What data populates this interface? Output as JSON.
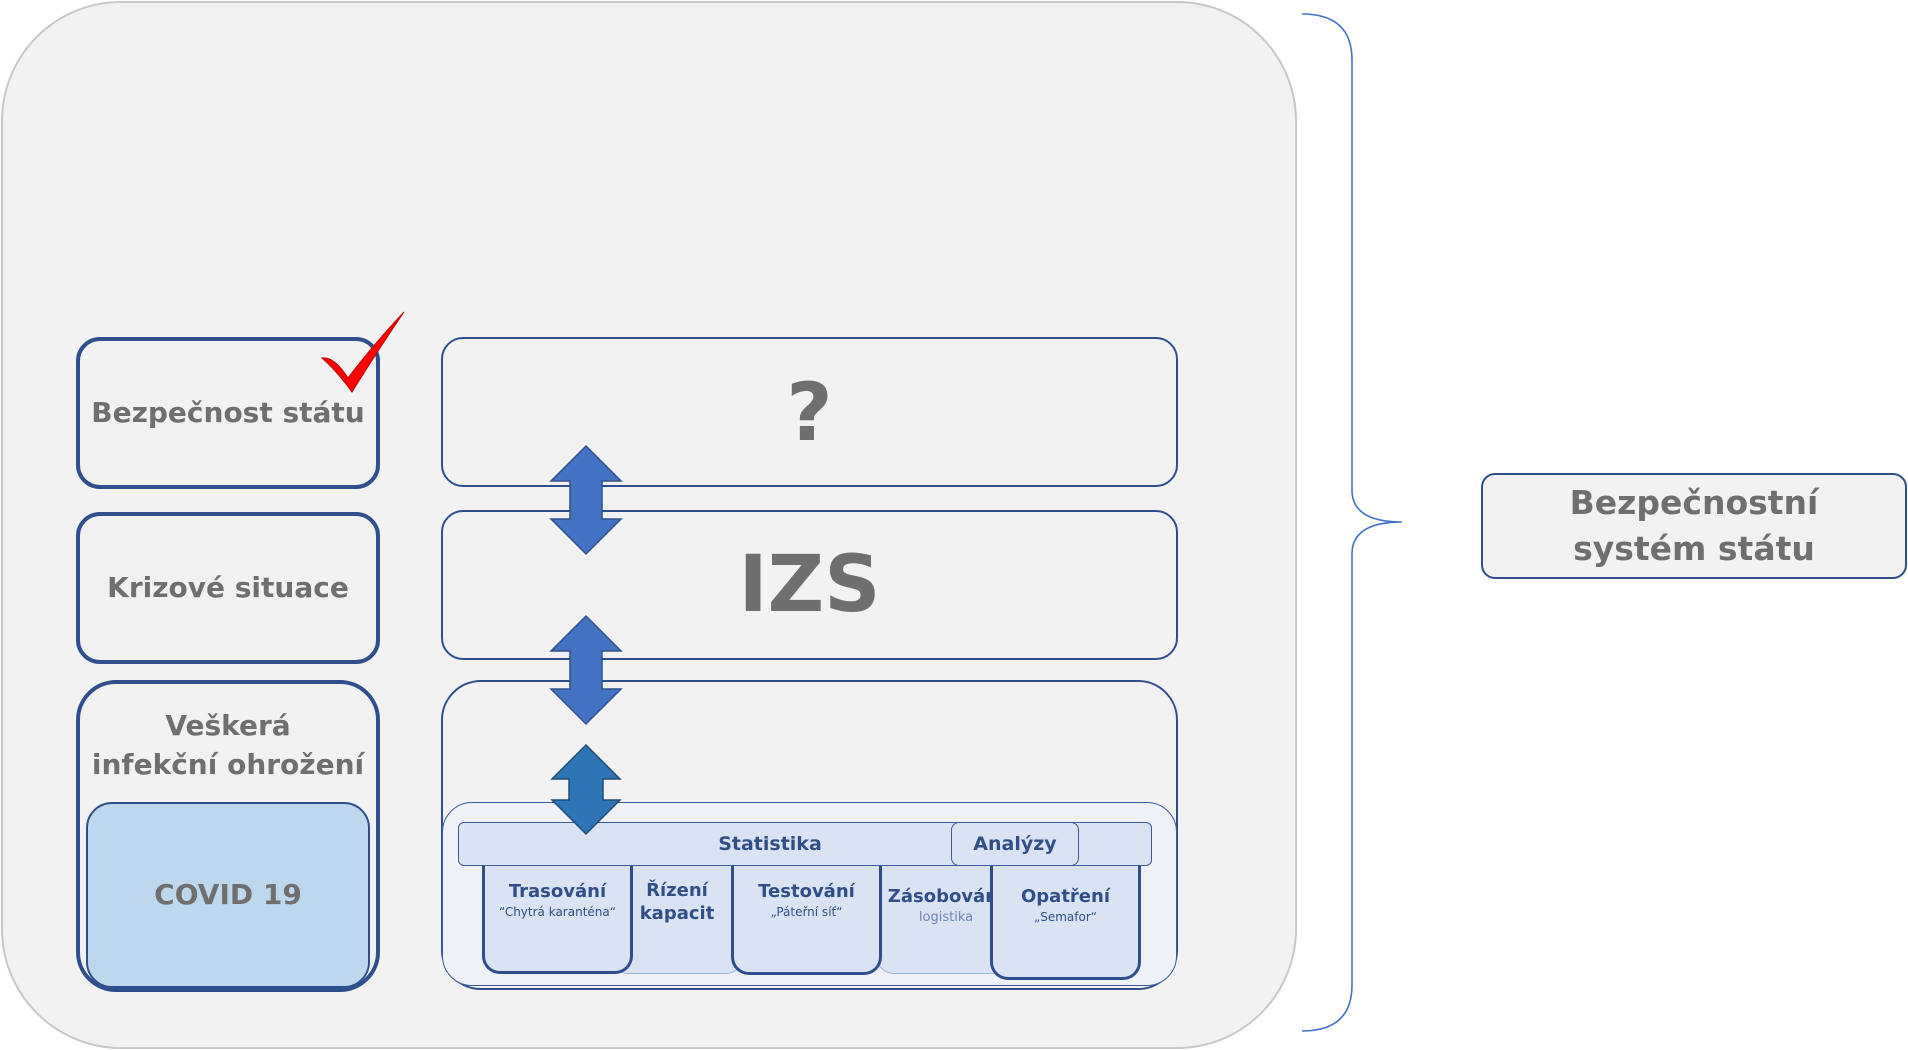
{
  "left_column": {
    "box1": "Bezpečnost státu",
    "box2": "Krizové situace",
    "box3_line1": "Veškerá",
    "box3_line2": "infekční ohrožení",
    "covid": "COVID 19"
  },
  "layers": {
    "top": "?",
    "middle": "IZS"
  },
  "subsystems": {
    "statistika": "Statistika",
    "analyzy": "Analýzy",
    "columns": [
      {
        "title": "Trasování",
        "subtitle": "“Chytrá karanténa“"
      },
      {
        "title_line1": "Řízení",
        "title_line2": "kapacit"
      },
      {
        "title": "Testování",
        "subtitle": "„Páteřní síť“"
      },
      {
        "title": "Zásobování",
        "subtitle": "logistika"
      },
      {
        "title": "Opatření",
        "subtitle": "„Semafor“"
      }
    ]
  },
  "summary": {
    "line1": "Bezpečnostní",
    "line2": "systém státu"
  },
  "colors": {
    "arrow": "#4472c4",
    "arrow_small": "#2e75b6",
    "border": "#2e4f8c",
    "check": "#ff0000",
    "brace": "#4472c4"
  }
}
